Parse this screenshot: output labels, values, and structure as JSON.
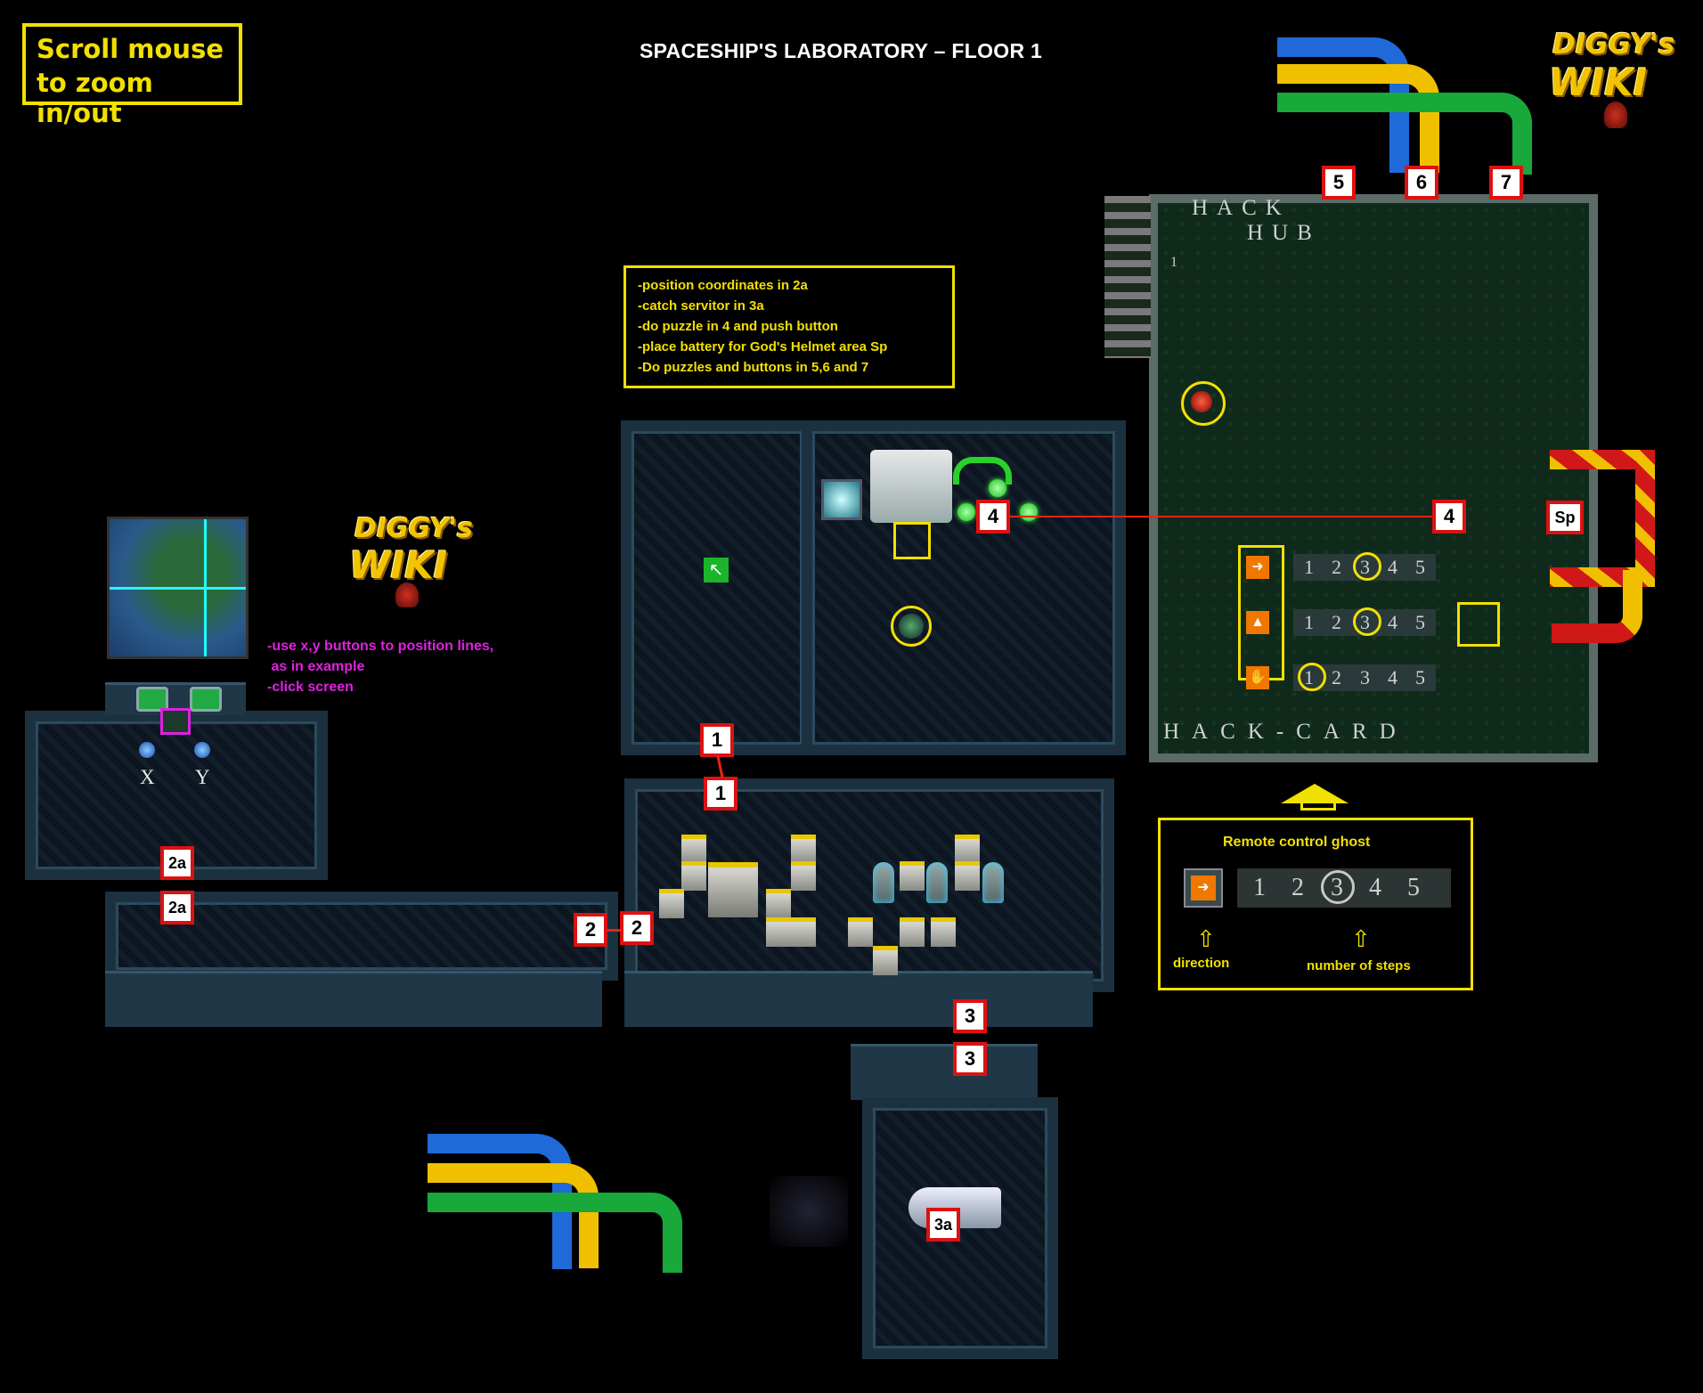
{
  "title": "SPACESHIP'S LABORATORY – FLOOR 1",
  "zoom_hint": {
    "line1": "Scroll mouse",
    "line2": "to zoom in/out"
  },
  "logo": {
    "top": "DIGGY's",
    "bottom": "WIKI"
  },
  "instructions": [
    "-position coordinates in 2a",
    "-catch servitor in 3a",
    "-do puzzle in 4 and push button",
    "-place battery for God's Helmet area Sp",
    "-Do puzzles and buttons in 5,6 and 7"
  ],
  "xy_help": [
    "-use x,y buttons to position lines,",
    " as in example",
    "-click screen"
  ],
  "xy_labels": {
    "x": "X",
    "y": "Y"
  },
  "markers": {
    "m1": "1",
    "m2": "2",
    "m2a": "2a",
    "m3": "3",
    "m3a": "3a",
    "m4": "4",
    "m5": "5",
    "m6": "6",
    "m7": "7",
    "sp": "Sp"
  },
  "hack_hub": {
    "title_line1": "HACK",
    "title_line2": "HUB",
    "footer": "HACK-CARD",
    "side_digit": "1"
  },
  "step_rows": [
    [
      "1",
      "2",
      "3",
      "4",
      "5"
    ],
    [
      "1",
      "2",
      "3",
      "4",
      "5"
    ],
    [
      "1",
      "2",
      "3",
      "4",
      "5"
    ]
  ],
  "legend": {
    "title": "Remote control ghost",
    "steps": [
      "1",
      "2",
      "3",
      "4",
      "5"
    ],
    "direction_label": "direction",
    "steps_label": "number of steps"
  },
  "colors": {
    "marker_border": "#d11111",
    "highlight": "#f2e000",
    "magenta": "#e020e0",
    "pipe_blue": "#1f6ad8",
    "pipe_yellow": "#f0c000",
    "pipe_green": "#19a83a",
    "pipe_red": "#d01818"
  }
}
